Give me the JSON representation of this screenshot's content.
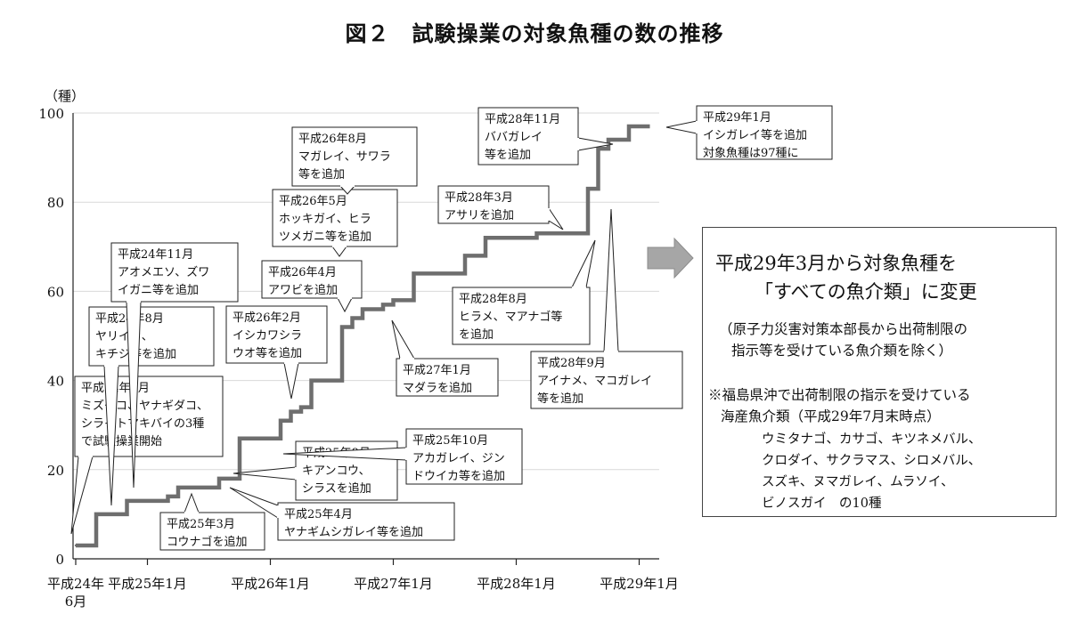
{
  "chart_data": {
    "type": "line",
    "title": "図２　試験操業の対象魚種の数の推移",
    "ylabel": "（種）",
    "ylim": [
      0,
      100
    ],
    "yticks": [
      0,
      20,
      40,
      60,
      80,
      100
    ],
    "xtick_labels": [
      {
        "month": "2012-06",
        "label": [
          "平成24年",
          "6月"
        ]
      },
      {
        "month": "2013-01",
        "label": [
          "平成25年1月"
        ]
      },
      {
        "month": "2014-01",
        "label": [
          "平成26年1月"
        ]
      },
      {
        "month": "2015-01",
        "label": [
          "平成27年1月"
        ]
      },
      {
        "month": "2016-01",
        "label": [
          "平成28年1月"
        ]
      },
      {
        "month": "2017-01",
        "label": [
          "平成29年1月"
        ]
      }
    ],
    "series": [
      {
        "style": "step",
        "points": [
          {
            "month": "2012-06",
            "y": 3
          },
          {
            "month": "2012-08",
            "y": 10
          },
          {
            "month": "2012-11",
            "y": 13
          },
          {
            "month": "2013-03",
            "y": 14
          },
          {
            "month": "2013-04",
            "y": 16
          },
          {
            "month": "2013-08",
            "y": 18
          },
          {
            "month": "2013-10",
            "y": 27
          },
          {
            "month": "2014-02",
            "y": 31
          },
          {
            "month": "2014-03",
            "y": 33
          },
          {
            "month": "2014-04",
            "y": 34
          },
          {
            "month": "2014-05",
            "y": 40
          },
          {
            "month": "2014-08",
            "y": 52
          },
          {
            "month": "2014-09",
            "y": 54
          },
          {
            "month": "2014-10",
            "y": 56
          },
          {
            "month": "2014-12",
            "y": 57
          },
          {
            "month": "2015-01",
            "y": 58
          },
          {
            "month": "2015-03",
            "y": 64
          },
          {
            "month": "2015-08",
            "y": 68
          },
          {
            "month": "2015-10",
            "y": 72
          },
          {
            "month": "2016-03",
            "y": 73
          },
          {
            "month": "2016-08",
            "y": 83
          },
          {
            "month": "2016-09",
            "y": 92
          },
          {
            "month": "2016-10",
            "y": 94
          },
          {
            "month": "2016-12",
            "y": 97
          },
          {
            "month": "2017-01",
            "y": 97
          }
        ]
      }
    ],
    "annotations": [
      {
        "lines": [
          "平成24年6月",
          "ミズダコ、ヤナギダコ、",
          "シライトマキバイの3種",
          "で試験操業開始"
        ]
      },
      {
        "lines": [
          "平成24年8月",
          "ヤリイカ、",
          "キチジ等を追加"
        ]
      },
      {
        "lines": [
          "平成24年11月",
          "アオメエソ、ズワ",
          "イガニ等を追加"
        ]
      },
      {
        "lines": [
          "平成25年3月",
          "コウナゴを追加"
        ]
      },
      {
        "lines": [
          "平成25年4月",
          "ヤナギムシガレイ等を追加"
        ]
      },
      {
        "lines": [
          "平成25年8月",
          "キアンコウ、",
          "シラスを追加"
        ]
      },
      {
        "lines": [
          "平成25年10月",
          "アカガレイ、ジン",
          "ドウイカ等を追加"
        ]
      },
      {
        "lines": [
          "平成26年2月",
          "イシカワシラ",
          "ウオ等を追加"
        ]
      },
      {
        "lines": [
          "平成26年4月",
          "アワビを追加"
        ]
      },
      {
        "lines": [
          "平成26年5月",
          "ホッキガイ、ヒラ",
          "ツメガニ等を追加"
        ]
      },
      {
        "lines": [
          "平成26年8月",
          "マガレイ、サワラ",
          "等を追加"
        ]
      },
      {
        "lines": [
          "平成27年1月",
          "マダラを追加"
        ]
      },
      {
        "lines": [
          "平成28年3月",
          "アサリを追加"
        ]
      },
      {
        "lines": [
          "平成28年8月",
          "ヒラメ、マアナゴ等",
          "を追加"
        ]
      },
      {
        "lines": [
          "平成28年9月",
          "アイナメ、マコガレイ",
          "等を追加"
        ]
      },
      {
        "lines": [
          "平成28年11月",
          "ババガレイ",
          "等を追加"
        ]
      },
      {
        "lines": [
          "平成29年1月",
          "イシガレイ等を追加",
          "対象魚種は97種に"
        ]
      }
    ],
    "colors": {
      "line": "#6e6e6e",
      "arrow": "#a6a6a6",
      "grid": "#d9d9d9"
    }
  },
  "notebox": {
    "headline_1": "平成29年3月から対象魚種を",
    "headline_2": "「すべての魚介類」に変更",
    "note_1": "（原子力災害対策本部長から出荷制限の",
    "note_2": "指示等を受けている魚介類を除く）",
    "list_title_1": "※福島県沖で出荷制限の指示を受けている",
    "list_title_2": "海産魚介類（平成29年7月末時点）",
    "list_1": "ウミタナゴ、カサゴ、キツネメバル、",
    "list_2": "クロダイ、サクラマス、シロメバル、",
    "list_3": "スズキ、ヌマガレイ、ムラソイ、",
    "list_4": "ビノスガイ　の10種"
  }
}
